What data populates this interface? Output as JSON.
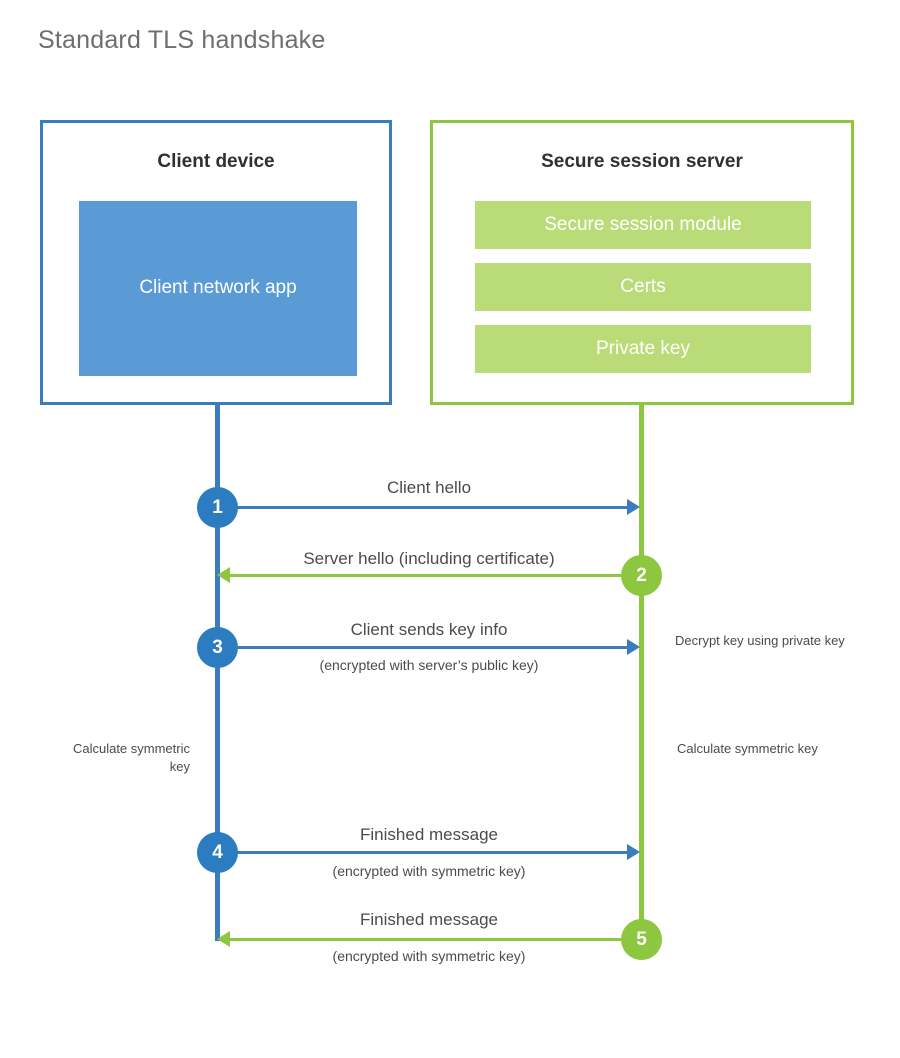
{
  "page": {
    "title": "Standard TLS handshake"
  },
  "colors": {
    "client_border": "#3b7cbf",
    "client_fill": "#5b9bd5",
    "server_border": "#8dc63f",
    "server_fill": "#b9dc78",
    "client_badge": "#2b7cc0",
    "server_badge": "#8dc63f",
    "title_text": "#6d6e71",
    "body_text": "#4a4b4d",
    "background": "#ffffff"
  },
  "client": {
    "title": "Client device",
    "app_label": "Client network app"
  },
  "server": {
    "title": "Secure session server",
    "modules": [
      {
        "label": "Secure session module"
      },
      {
        "label": "Certs"
      },
      {
        "label": "Private key"
      }
    ]
  },
  "steps": [
    {
      "number": "1",
      "label": "Client hello",
      "sub": "",
      "direction": "client-to-server",
      "color": "blue"
    },
    {
      "number": "2",
      "label": "Server hello (including certificate)",
      "sub": "",
      "direction": "server-to-client",
      "color": "green"
    },
    {
      "number": "3",
      "label": "Client sends key info",
      "sub": "(encrypted with server’s public key)",
      "direction": "client-to-server",
      "color": "blue"
    },
    {
      "number": "4",
      "label": "Finished message",
      "sub": "(encrypted with symmetric key)",
      "direction": "client-to-server",
      "color": "blue"
    },
    {
      "number": "5",
      "label": "Finished message",
      "sub": "(encrypted with symmetric key)",
      "direction": "server-to-client",
      "color": "green"
    }
  ],
  "notes": {
    "decrypt_key": "Decrypt key using private key",
    "client_calculate": "Calculate symmetric key",
    "server_calculate": "Calculate symmetric key"
  }
}
